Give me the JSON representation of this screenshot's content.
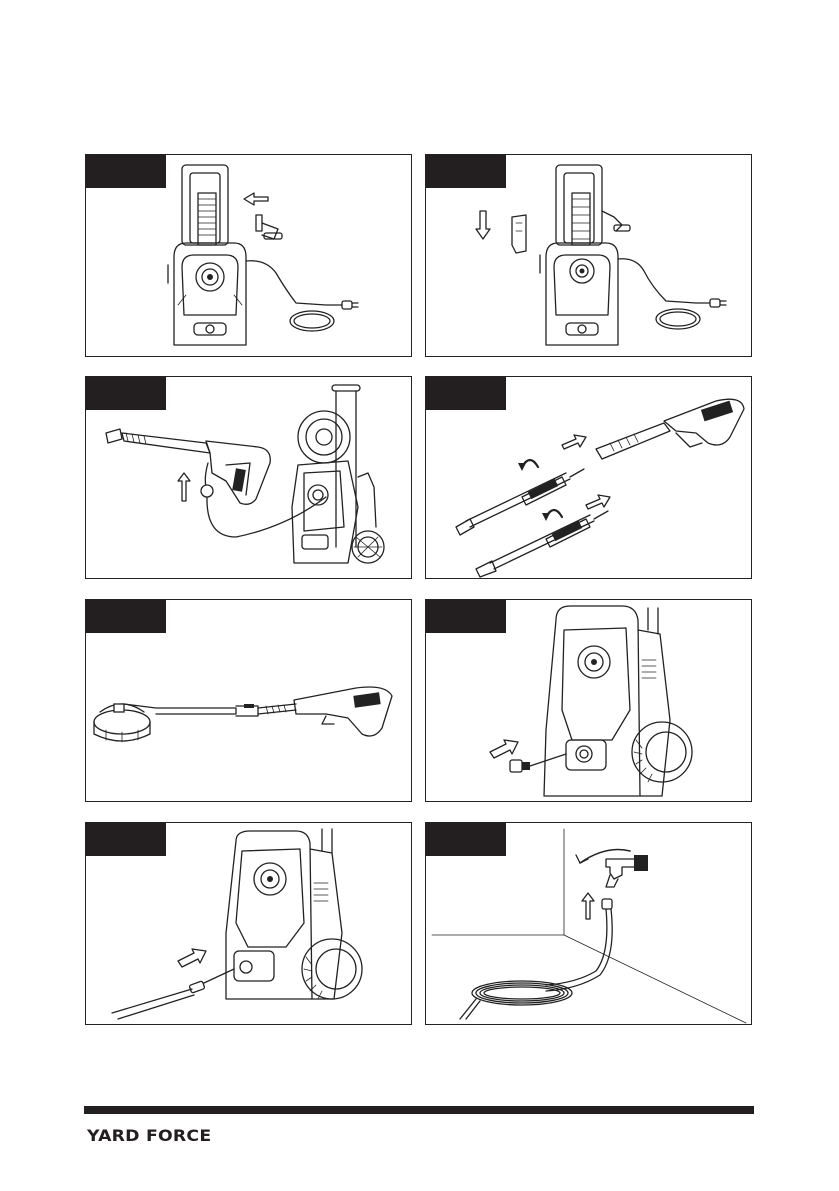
{
  "brand": {
    "logo_text": "YARD FORCE",
    "color": "#231f20"
  },
  "panels": [
    {
      "id": 1,
      "illustration": "unit-with-hose-reel-handle-and-cord",
      "icons": [
        "crank-handle-icon",
        "power-plug-icon",
        "arrow-left-icon"
      ]
    },
    {
      "id": 2,
      "illustration": "unit-with-holder-attached",
      "icons": [
        "holder-bracket-icon",
        "arrow-down-icon"
      ]
    },
    {
      "id": 3,
      "illustration": "spray-gun-connect-hose",
      "icons": [
        "arrow-up-icon"
      ]
    },
    {
      "id": 4,
      "illustration": "lance-attach-to-spray-gun",
      "icons": [
        "rotate-arrow-icon",
        "arrow-right-icon"
      ]
    },
    {
      "id": 5,
      "illustration": "patio-cleaner-on-gun",
      "icons": []
    },
    {
      "id": 6,
      "illustration": "water-inlet-connector",
      "icons": [
        "arrow-right-icon"
      ]
    },
    {
      "id": 7,
      "illustration": "garden-hose-to-inlet",
      "icons": [
        "arrow-right-icon"
      ]
    },
    {
      "id": 8,
      "illustration": "hose-to-tap",
      "icons": [
        "tap-icon",
        "rotate-arrow-icon",
        "arrow-up-icon"
      ]
    }
  ]
}
